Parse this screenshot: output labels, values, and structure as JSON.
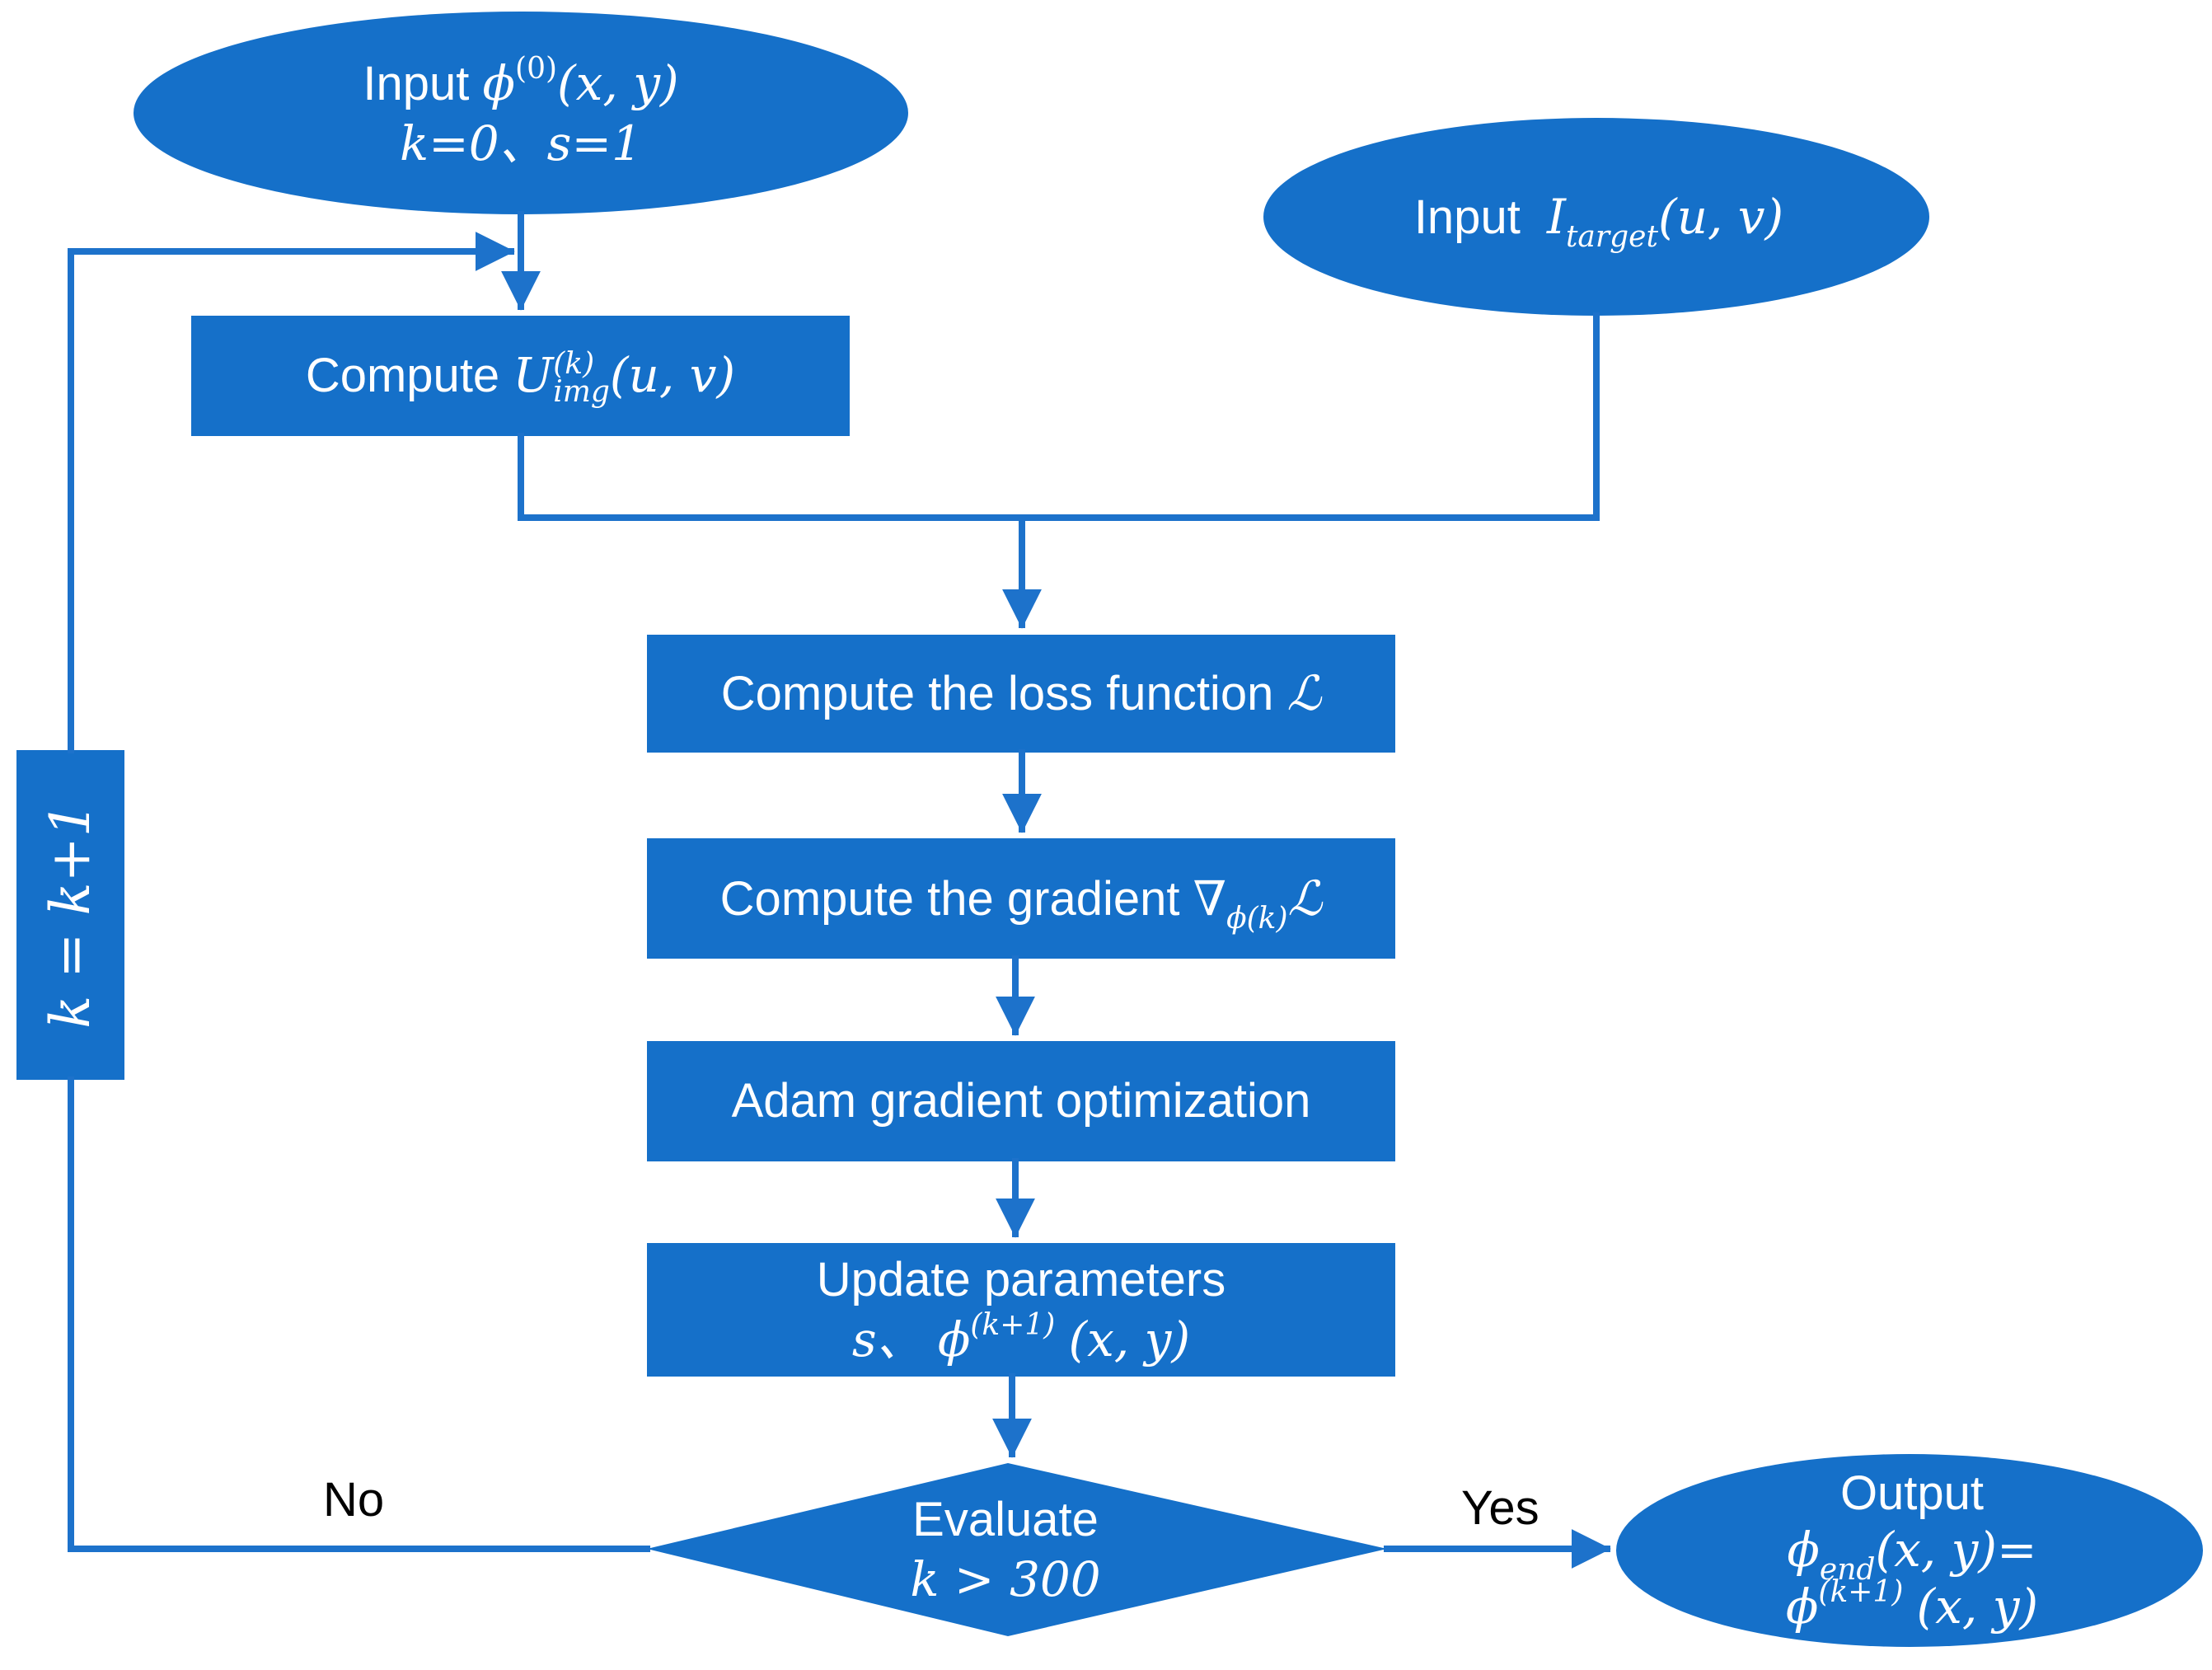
{
  "colors": {
    "fill": "#1570C9",
    "line": "#1D72CB",
    "text_on_fill": "#FFFFFF",
    "edge_text": "#000000"
  },
  "nodes": {
    "input_phi": {
      "word": "Input",
      "sym": "ϕ",
      "sup": "(0)",
      "args": "(x, y)",
      "line2": "k=0、s=1"
    },
    "input_target": {
      "word": "Input",
      "sym": "I",
      "sub": "target",
      "args": "(u, v)"
    },
    "compute_u": {
      "word": "Compute",
      "sym": "U",
      "sup": "(k)",
      "sub": "img",
      "args": "(u, v)"
    },
    "loss": {
      "text": "Compute the loss function",
      "sym": "ℒ"
    },
    "gradient": {
      "text": "Compute the gradient",
      "nabla": "∇",
      "sub": "ϕ(k)",
      "sym": "ℒ"
    },
    "adam": {
      "text": "Adam gradient optimization"
    },
    "update": {
      "line1": "Update parameters",
      "s": "s、",
      "sym": "ϕ",
      "sup": "(k+1)",
      "args": "(x, y)"
    },
    "evaluate": {
      "line1": "Evaluate",
      "cond": "k > 300"
    },
    "output": {
      "line1": "Output",
      "sym": "ϕ",
      "sub": "end",
      "args": "(x, y)=",
      "sym2": "ϕ",
      "sup2": "(k+1)",
      "args2": "(x, y)"
    },
    "increment": {
      "text": "k = k+1"
    }
  },
  "edges": {
    "no": "No",
    "yes": "Yes"
  }
}
